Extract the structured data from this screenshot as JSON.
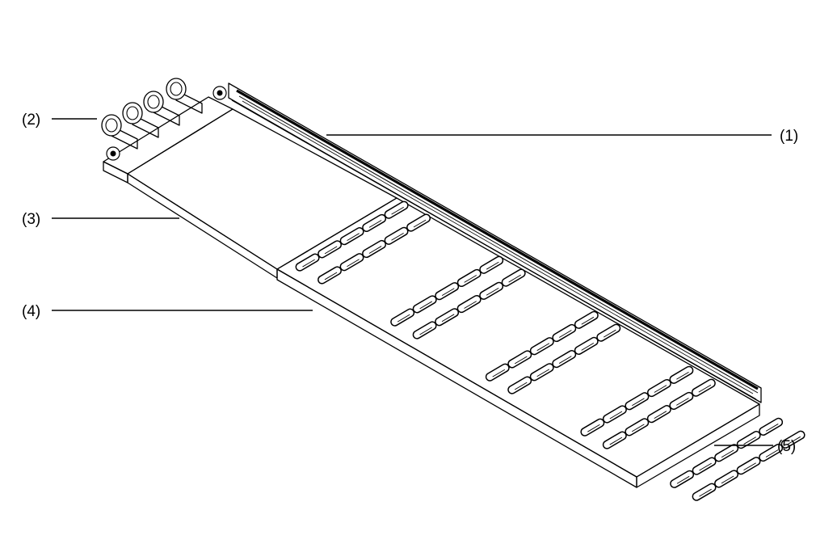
{
  "labels": {
    "l1": "(1)",
    "l2": "(2)",
    "l3": "(3)",
    "l4": "(4)",
    "l5": "(5)"
  },
  "colors": {
    "outline": "#000000",
    "top_face": "#e6e6e6",
    "side_face": "#ffffff",
    "background": "#ffffff"
  }
}
